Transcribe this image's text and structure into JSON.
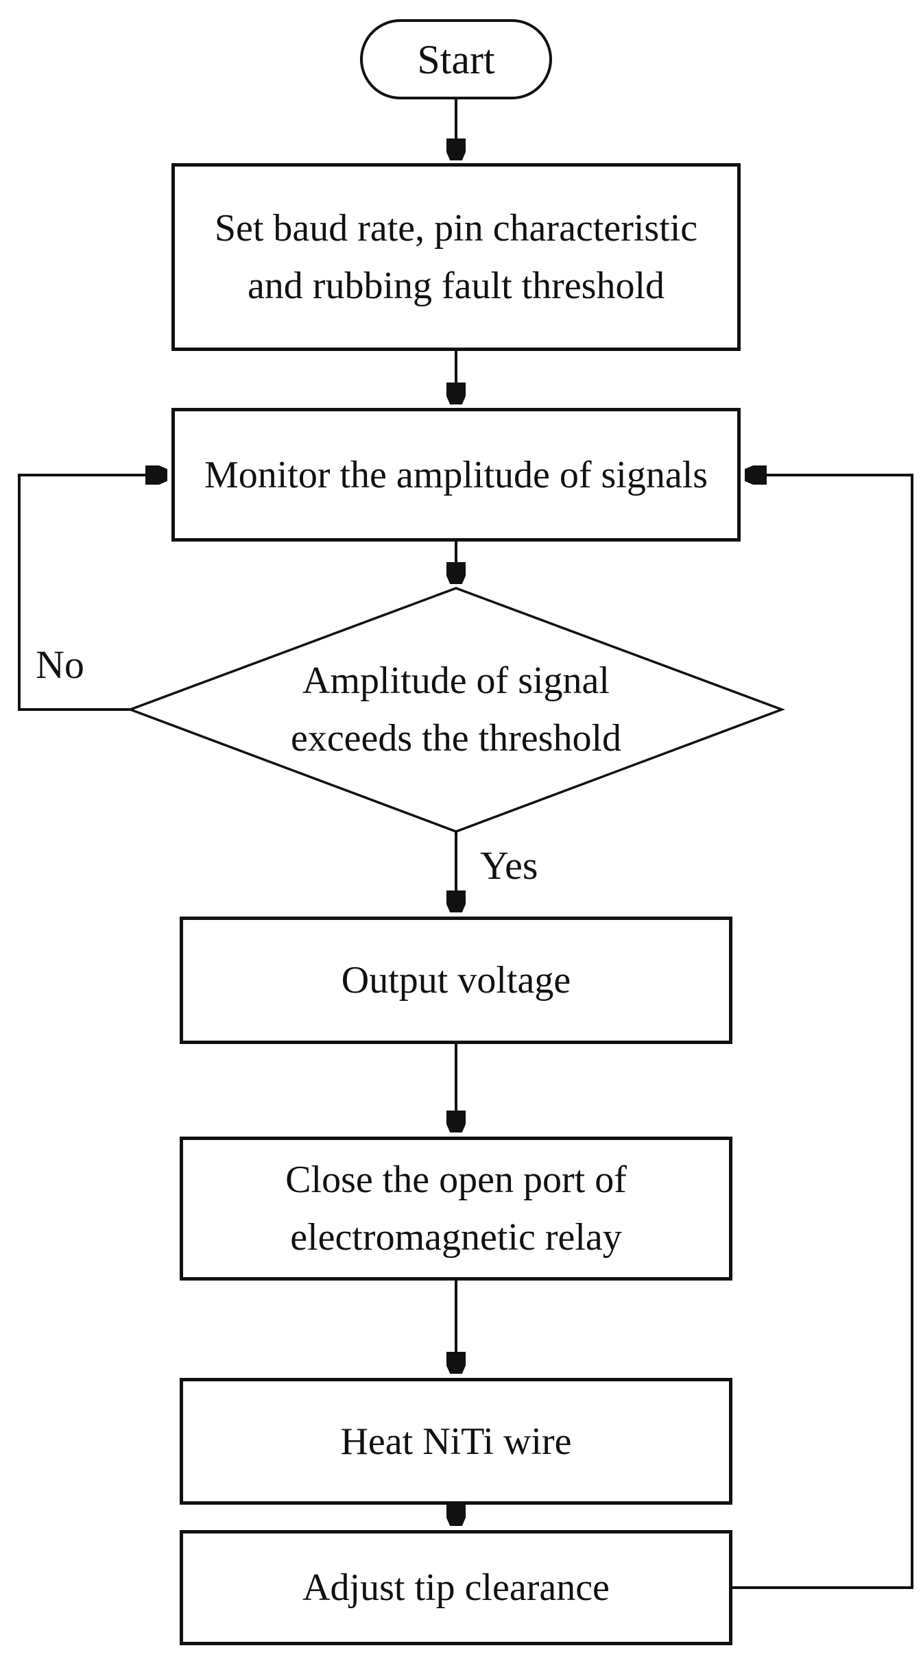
{
  "flowchart": {
    "background": "#ffffff",
    "ink_color": "#111111",
    "nodes": {
      "start": {
        "label": "Start",
        "type": "terminator"
      },
      "setup": {
        "label": "Set baud rate, pin characteristic and rubbing fault threshold",
        "type": "process"
      },
      "monitor": {
        "label": "Monitor the amplitude of signals",
        "type": "process"
      },
      "decision": {
        "label": "Amplitude of signal exceeds the threshold",
        "type": "decision"
      },
      "output_voltage": {
        "label": "Output voltage",
        "type": "process"
      },
      "close_relay": {
        "label": "Close the open port of electromagnetic relay",
        "type": "process"
      },
      "heat_wire": {
        "label": "Heat NiTi wire",
        "type": "process"
      },
      "adjust_clearance": {
        "label": "Adjust tip clearance",
        "type": "process"
      }
    },
    "edge_labels": {
      "no": "No",
      "yes": "Yes"
    }
  }
}
